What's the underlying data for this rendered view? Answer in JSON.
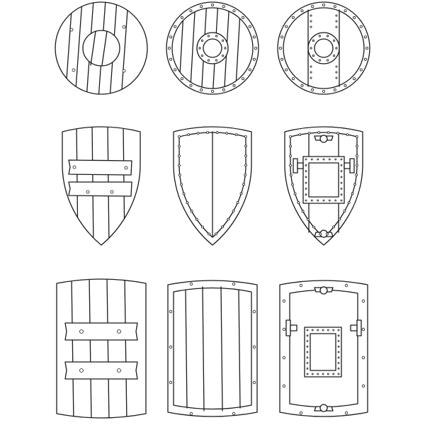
{
  "sheet": {
    "background_color": "#ffffff",
    "line_color": "#1a1a1a",
    "rows": [
      {
        "name": "round-shields",
        "items": [
          {
            "name": "round-plank-shield",
            "style": "simple"
          },
          {
            "name": "round-rimmed-shield",
            "style": "rimmed"
          },
          {
            "name": "round-banded-shield",
            "style": "banded"
          }
        ]
      },
      {
        "name": "heater-shields",
        "items": [
          {
            "name": "heater-plank-shield",
            "style": "simple"
          },
          {
            "name": "heater-rimmed-shield",
            "style": "rimmed"
          },
          {
            "name": "heater-banded-shield",
            "style": "banded"
          }
        ]
      },
      {
        "name": "tower-shields",
        "items": [
          {
            "name": "tower-plank-shield",
            "style": "simple"
          },
          {
            "name": "tower-rimmed-shield",
            "style": "rimmed"
          },
          {
            "name": "tower-banded-shield",
            "style": "banded"
          }
        ]
      }
    ]
  }
}
